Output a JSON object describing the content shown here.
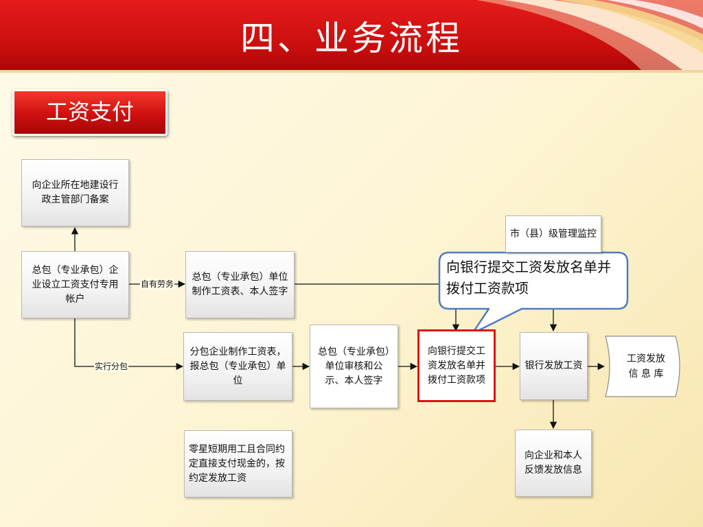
{
  "slide": {
    "title": "四、业务流程",
    "badge": "工资支付"
  },
  "colors": {
    "header_red": "#d01010",
    "highlight_red": "#e01010",
    "callout_border": "#4f7cc0",
    "connector": "#111111"
  },
  "nodes": {
    "filing": "向企业所在地建设行政主管部门备案",
    "account": "总包（专业承包）企业设立工资支付专用帐户",
    "self_payroll": "总包（专业承包）单位制作工资表、本人签字",
    "sub_payroll": "分包企业制作工资表，报总包（专业承包）单位",
    "review": "总包（专业承包）单位审核和公示、本人签字",
    "submit_bank": "向银行提交工资发放名单并拨付工资款项",
    "bank_pay": "银行发放工资",
    "info_db": "工资发放\n信 息 库",
    "monitor": "市（县）级管理监控",
    "feedback": "向企业和本人反馈发放信息",
    "casual": "零星短期用工且合同约定直接支付现金的，按约定发放工资"
  },
  "edge_labels": {
    "self_labor": "自有劳务",
    "subcontract": "实行分包"
  },
  "callout": "向银行提交工资发放名单并拨付工资款项"
}
